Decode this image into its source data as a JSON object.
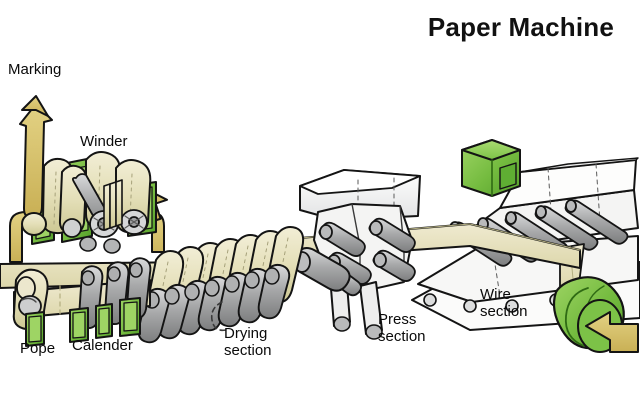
{
  "diagram": {
    "title": "Paper Machine",
    "kind": "paper machine process schematic",
    "labels": {
      "marking": "Marking",
      "winder": "Winder",
      "pope": "Pope",
      "calender": "Calender",
      "drying": "Drying\nsection",
      "press": "Press\nsection",
      "wire": "Wire\nsection"
    },
    "sections": [
      {
        "name": "wire-section",
        "label": "Wire\nsection"
      },
      {
        "name": "press-section",
        "label": "Press\nsection"
      },
      {
        "name": "drying-section",
        "label": "Drying\nsection"
      },
      {
        "name": "calender",
        "label": "Calender"
      },
      {
        "name": "pope",
        "label": "Pope"
      },
      {
        "name": "winder",
        "label": "Winder"
      },
      {
        "name": "marking",
        "label": "Marking"
      }
    ],
    "colors": {
      "paper_web": "#e8e3bd",
      "web_shade": "#d8d2a4",
      "machine_light": "#f7f7f5",
      "machine_gray": "#c9cacb",
      "roller_gray": "#9a9b9c",
      "green_light": "#8fcc55",
      "green_mid": "#6fb83c",
      "green_dark": "#4f9327",
      "arrow_tan": "#d6c06a",
      "outline": "#141414",
      "background": "#ffffff",
      "text": "#0a0a0a"
    }
  }
}
